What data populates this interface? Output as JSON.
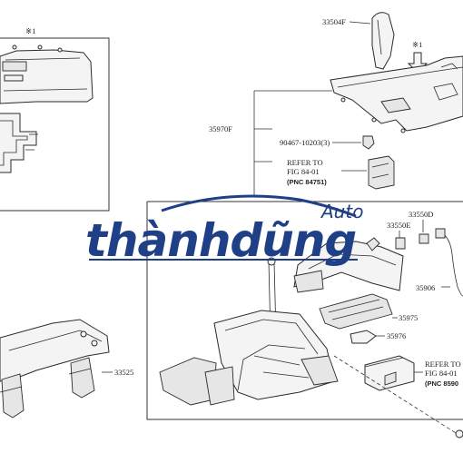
{
  "labels": {
    "note_left": "※1",
    "knob": "33504F",
    "note_right": "※1",
    "console_panel": "35970F",
    "clip": "90467-10203(3)",
    "ref1_line1": "REFER TO",
    "ref1_line2": "FIG 84-01",
    "ref1_line3": "(PNC 84751)",
    "part_33550D": "33550D",
    "part_33550E": "33550E",
    "part_35906": "35906",
    "part_35975": "35975",
    "part_35976": "35976",
    "part_33525": "33525",
    "ref2_line1": "REFER TO",
    "ref2_line2": "FIG 84-01",
    "ref2_line3": "(PNC 8590"
  },
  "watermark": {
    "brand": "thànhdũng",
    "sub": "Auto",
    "color": "#1f3f86"
  }
}
